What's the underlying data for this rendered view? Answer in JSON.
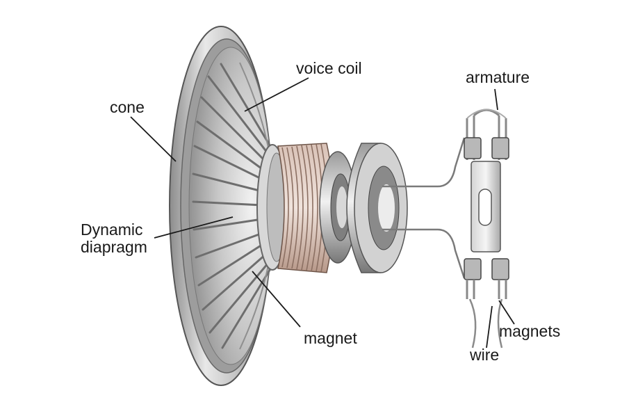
{
  "labels": {
    "voice_coil": "voice coil",
    "cone": "cone",
    "dynamic_diaphragm": "Dynamic\ndiapragm",
    "magnet": "magnet",
    "armature": "armature",
    "magnets": "magnets",
    "wire": "wire"
  },
  "colors": {
    "metal_light": "#e6e6e6",
    "metal_mid": "#b5b5b5",
    "metal_dark": "#6e6e6e",
    "coil": "#c9a99a",
    "leader": "#1a1a1a"
  }
}
